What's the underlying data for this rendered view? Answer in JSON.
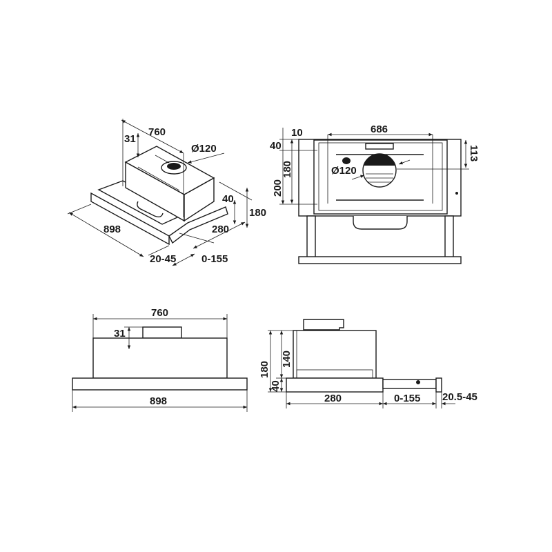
{
  "title": "Telescopic cooker hood dimension drawing",
  "views": {
    "isometric": {
      "width_body": "760",
      "top_offset": "31",
      "duct_diameter": "Ø120",
      "front_height": "40",
      "total_height": "180",
      "width_front": "898",
      "depth": "280",
      "front_panel": "20-45",
      "extension": "0-155"
    },
    "front_bottom": {
      "hole_spacing": "686",
      "top_margin": "10",
      "upper_offset": "40",
      "duct_offset": "113",
      "height_outer": "200",
      "height_inner": "180",
      "duct_diameter": "Ø120"
    },
    "front_elevation": {
      "width_body": "760",
      "top_offset": "31",
      "width_front": "898"
    },
    "side_elevation": {
      "total_height": "180",
      "body_height": "140",
      "front_height": "40",
      "depth": "280",
      "extension": "0-155",
      "front_panel": "20.5-45"
    }
  }
}
